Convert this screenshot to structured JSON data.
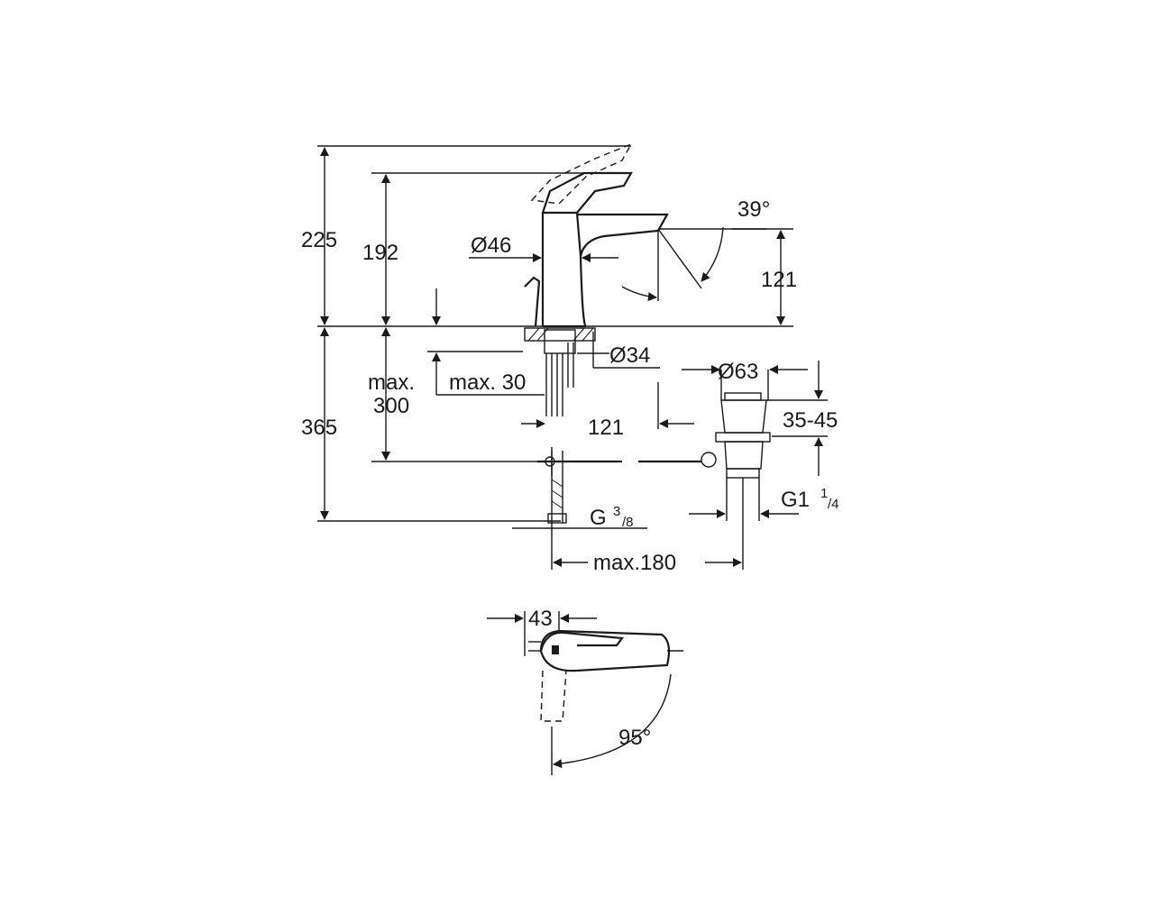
{
  "dimensions": {
    "height_total": "225",
    "height_spout": "192",
    "body_diameter": "Ø46",
    "spout_angle": "39°",
    "spout_height": "121",
    "tap_hole_diameter": "Ø34",
    "max_thickness": "max. 30",
    "max_hose_label_1": "max.",
    "max_hose_label_2": "300",
    "below_deck": "365",
    "spout_reach": "121",
    "waste_diameter": "Ø63",
    "waste_range": "35-45",
    "waste_thread_main": "G1",
    "waste_thread_num": "1",
    "waste_thread_den": "/4",
    "supply_thread_main": "G",
    "supply_thread_num": "3",
    "supply_thread_den": "/8",
    "waste_distance": "max.180",
    "handle_offset": "43",
    "handle_rotation": "95°"
  }
}
